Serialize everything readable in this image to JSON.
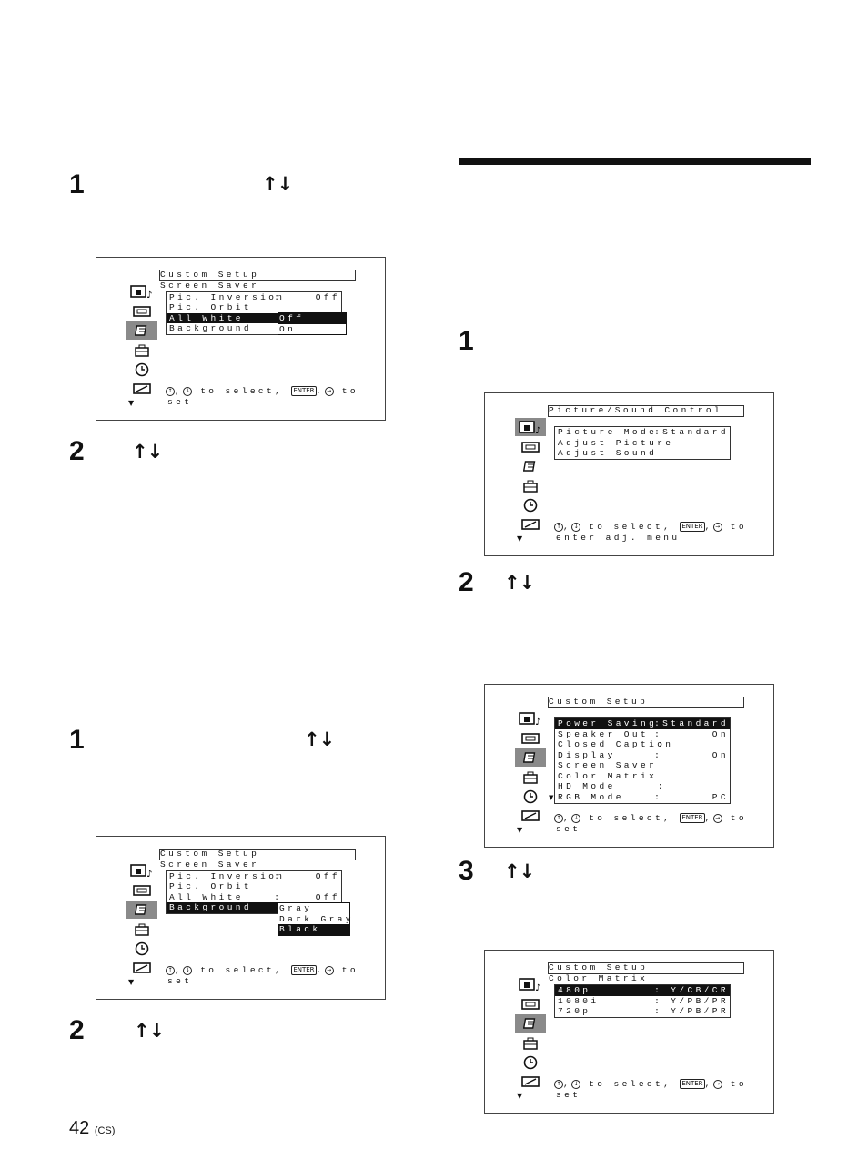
{
  "page": {
    "number": "42",
    "suffix": "(CS)"
  },
  "arrows": "↑↓",
  "steps": {
    "l1": "1",
    "l2": "2",
    "l3": "1",
    "l4": "2",
    "r1": "1",
    "r2": "2",
    "r3": "3"
  },
  "help": {
    "select": " to select, ",
    "to": " to",
    "set": "set",
    "enter_adj": "enter adj. menu",
    "enter_key": "ENTER"
  },
  "osd1": {
    "title": "Custom Setup",
    "subtitle": "Screen Saver",
    "items": [
      {
        "label": "Pic. Inversion",
        "value": ":    Off"
      },
      {
        "label": "Pic. Orbit",
        "value": ""
      },
      {
        "label": "All White",
        "value": ""
      },
      {
        "label": "Background",
        "value": ""
      }
    ],
    "options": [
      "Off",
      "On"
    ]
  },
  "osd2": {
    "title": "Custom Setup",
    "subtitle": "Screen Saver",
    "items": [
      {
        "label": "Pic. Inversion",
        "value": ":    Off"
      },
      {
        "label": "Pic. Orbit",
        "value": ""
      },
      {
        "label": "All White",
        "value": ":    Off"
      },
      {
        "label": "Background",
        "value": ""
      }
    ],
    "options": [
      "Gray",
      "Dark Gray",
      "Black"
    ]
  },
  "osd3": {
    "title": "Picture/Sound Control",
    "items": [
      {
        "label": "Picture Mode",
        "value": ":Standard"
      },
      {
        "label": "Adjust Picture",
        "value": ""
      },
      {
        "label": "Adjust Sound",
        "value": ""
      }
    ]
  },
  "osd4": {
    "title": "Custom Setup",
    "items": [
      {
        "label": "Power Saving",
        "value": ":Standard"
      },
      {
        "label": "Speaker Out",
        "value": ":      On"
      },
      {
        "label": "Closed Caption",
        "value": ":"
      },
      {
        "label": "Display",
        "value": ":      On"
      },
      {
        "label": "Screen Saver",
        "value": ""
      },
      {
        "label": "Color Matrix",
        "value": ""
      },
      {
        "label": "HD Mode",
        "value": ":"
      },
      {
        "label": "RGB Mode",
        "value": ":      PC"
      }
    ]
  },
  "osd5": {
    "title": "Custom Setup",
    "subtitle": "Color Matrix",
    "items": [
      {
        "label": "480p",
        "value": ": Y/CB/CR"
      },
      {
        "label": "1080i",
        "value": ": Y/PB/PR"
      },
      {
        "label": "720p",
        "value": ": Y/PB/PR"
      }
    ]
  }
}
